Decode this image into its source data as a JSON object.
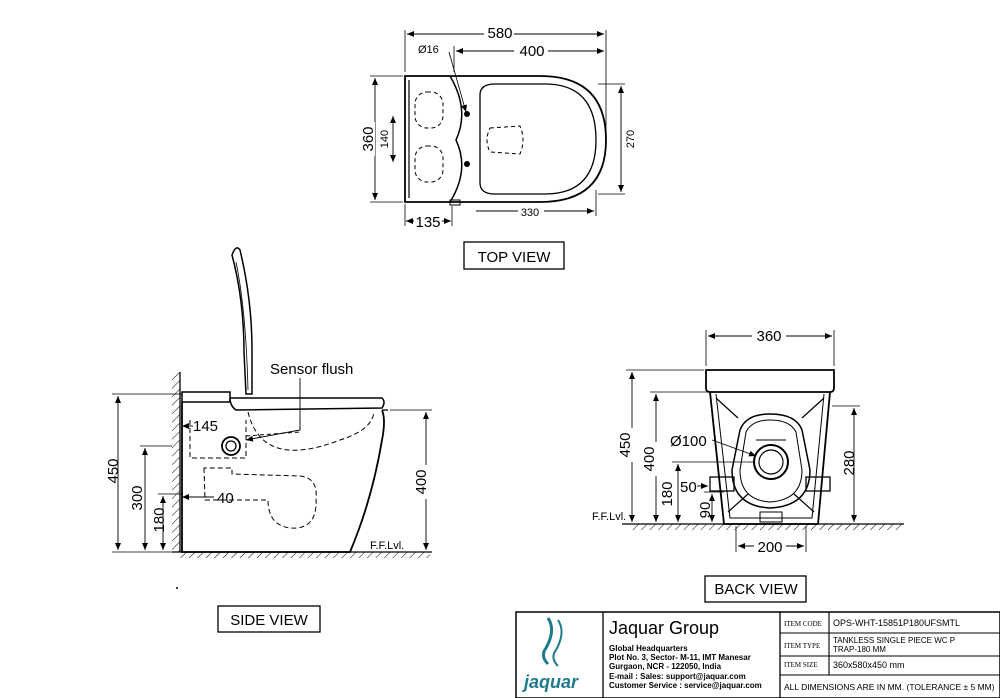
{
  "views": {
    "top": "TOP VIEW",
    "side": "SIDE VIEW",
    "back": "BACK VIEW"
  },
  "dims": {
    "top": {
      "overall_length": "580",
      "bowl_length": "400",
      "hole_dia": "Ø16",
      "width": "360",
      "hole_spacing": "140",
      "bowl_width": "270",
      "rear": "135",
      "front": "330"
    },
    "side": {
      "sensor_label": "Sensor flush",
      "inlet_from_wall": "145",
      "outlet_from_wall": "40",
      "overall_height": "450",
      "inlet_height": "300",
      "outlet_height": "180",
      "rim_height": "400",
      "floor_label": "F.F.Lvl."
    },
    "back": {
      "width": "360",
      "outlet_dia": "Ø100",
      "overall_height": "450",
      "rim_height": "400",
      "outlet_center": "180",
      "outlet_offset": "50",
      "foot": "90",
      "fixing_height": "280",
      "base_width": "200",
      "floor_label": "F.F.Lvl."
    }
  },
  "title_block": {
    "company": "Jaquar Group",
    "brand": "jaquar",
    "hq_title": "Global Headquarters",
    "address_line1": "Plot No. 3, Sector- M-11, IMT Manesar",
    "address_line2": "Gurgaon, NCR - 122050, India",
    "email_sales": "E-mail : Sales: support@jaquar.com",
    "customer_service": "Customer Service : service@jaquar.com",
    "item_code_label": "ITEM CODE",
    "item_code": "OPS-WHT-15851P180UFSMTL",
    "item_type_label": "ITEM TYPE",
    "item_type_line1": "TANKLESS SINGLE PIECE WC  P",
    "item_type_line2": "TRAP-180 MM",
    "item_size_label": "ITEM SIZE",
    "item_size": "360x580x450 mm",
    "note": "ALL DIMENSIONS ARE IN MM. (TOLERANCE ± 5 MM)"
  }
}
